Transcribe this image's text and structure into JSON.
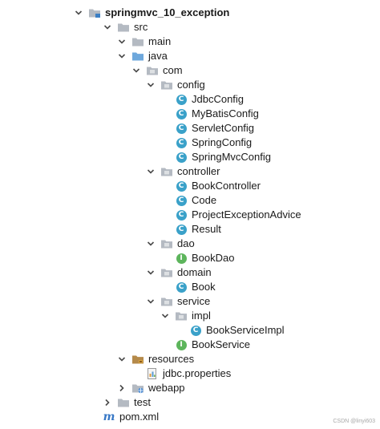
{
  "nodes": [
    {
      "label": "springmvc_10_exception",
      "icon": "module-folder-icon",
      "state": "expanded",
      "bold": true
    },
    {
      "label": "src",
      "icon": "folder-icon",
      "state": "expanded"
    },
    {
      "label": "main",
      "icon": "folder-icon",
      "state": "expanded"
    },
    {
      "label": "java",
      "icon": "source-root-folder-icon",
      "state": "expanded"
    },
    {
      "label": "com",
      "icon": "package-icon",
      "state": "expanded"
    },
    {
      "label": "config",
      "icon": "package-icon",
      "state": "expanded"
    },
    {
      "label": "JdbcConfig",
      "icon": "class-icon",
      "state": "leaf"
    },
    {
      "label": "MyBatisConfig",
      "icon": "class-icon",
      "state": "leaf"
    },
    {
      "label": "ServletConfig",
      "icon": "class-icon",
      "state": "leaf"
    },
    {
      "label": "SpringConfig",
      "icon": "class-icon",
      "state": "leaf"
    },
    {
      "label": "SpringMvcConfig",
      "icon": "class-icon",
      "state": "leaf"
    },
    {
      "label": "controller",
      "icon": "package-icon",
      "state": "expanded"
    },
    {
      "label": "BookController",
      "icon": "class-icon",
      "state": "leaf"
    },
    {
      "label": "Code",
      "icon": "class-icon",
      "state": "leaf"
    },
    {
      "label": "ProjectExceptionAdvice",
      "icon": "class-icon",
      "state": "leaf"
    },
    {
      "label": "Result",
      "icon": "class-icon",
      "state": "leaf"
    },
    {
      "label": "dao",
      "icon": "package-icon",
      "state": "expanded"
    },
    {
      "label": "BookDao",
      "icon": "interface-icon",
      "state": "leaf"
    },
    {
      "label": "domain",
      "icon": "package-icon",
      "state": "expanded"
    },
    {
      "label": "Book",
      "icon": "class-icon",
      "state": "leaf"
    },
    {
      "label": "service",
      "icon": "package-icon",
      "state": "expanded"
    },
    {
      "label": "impl",
      "icon": "package-icon",
      "state": "expanded"
    },
    {
      "label": "BookServiceImpl",
      "icon": "class-icon",
      "state": "leaf"
    },
    {
      "label": "BookService",
      "icon": "interface-icon",
      "state": "leaf"
    },
    {
      "label": "resources",
      "icon": "resources-folder-icon",
      "state": "expanded"
    },
    {
      "label": "jdbc.properties",
      "icon": "properties-file-icon",
      "state": "leaf"
    },
    {
      "label": "webapp",
      "icon": "web-folder-icon",
      "state": "collapsed"
    },
    {
      "label": "test",
      "icon": "folder-icon",
      "state": "collapsed"
    },
    {
      "label": "pom.xml",
      "icon": "maven-icon",
      "state": "leaf"
    }
  ],
  "watermark": "CSDN @linyi603",
  "colors": {
    "folder": "#b4bac2",
    "source_root": "#6ea8dc",
    "resources": "#b58a4a",
    "class": "#3aa1c9",
    "interface": "#5db55c",
    "maven": "#3778c6"
  }
}
